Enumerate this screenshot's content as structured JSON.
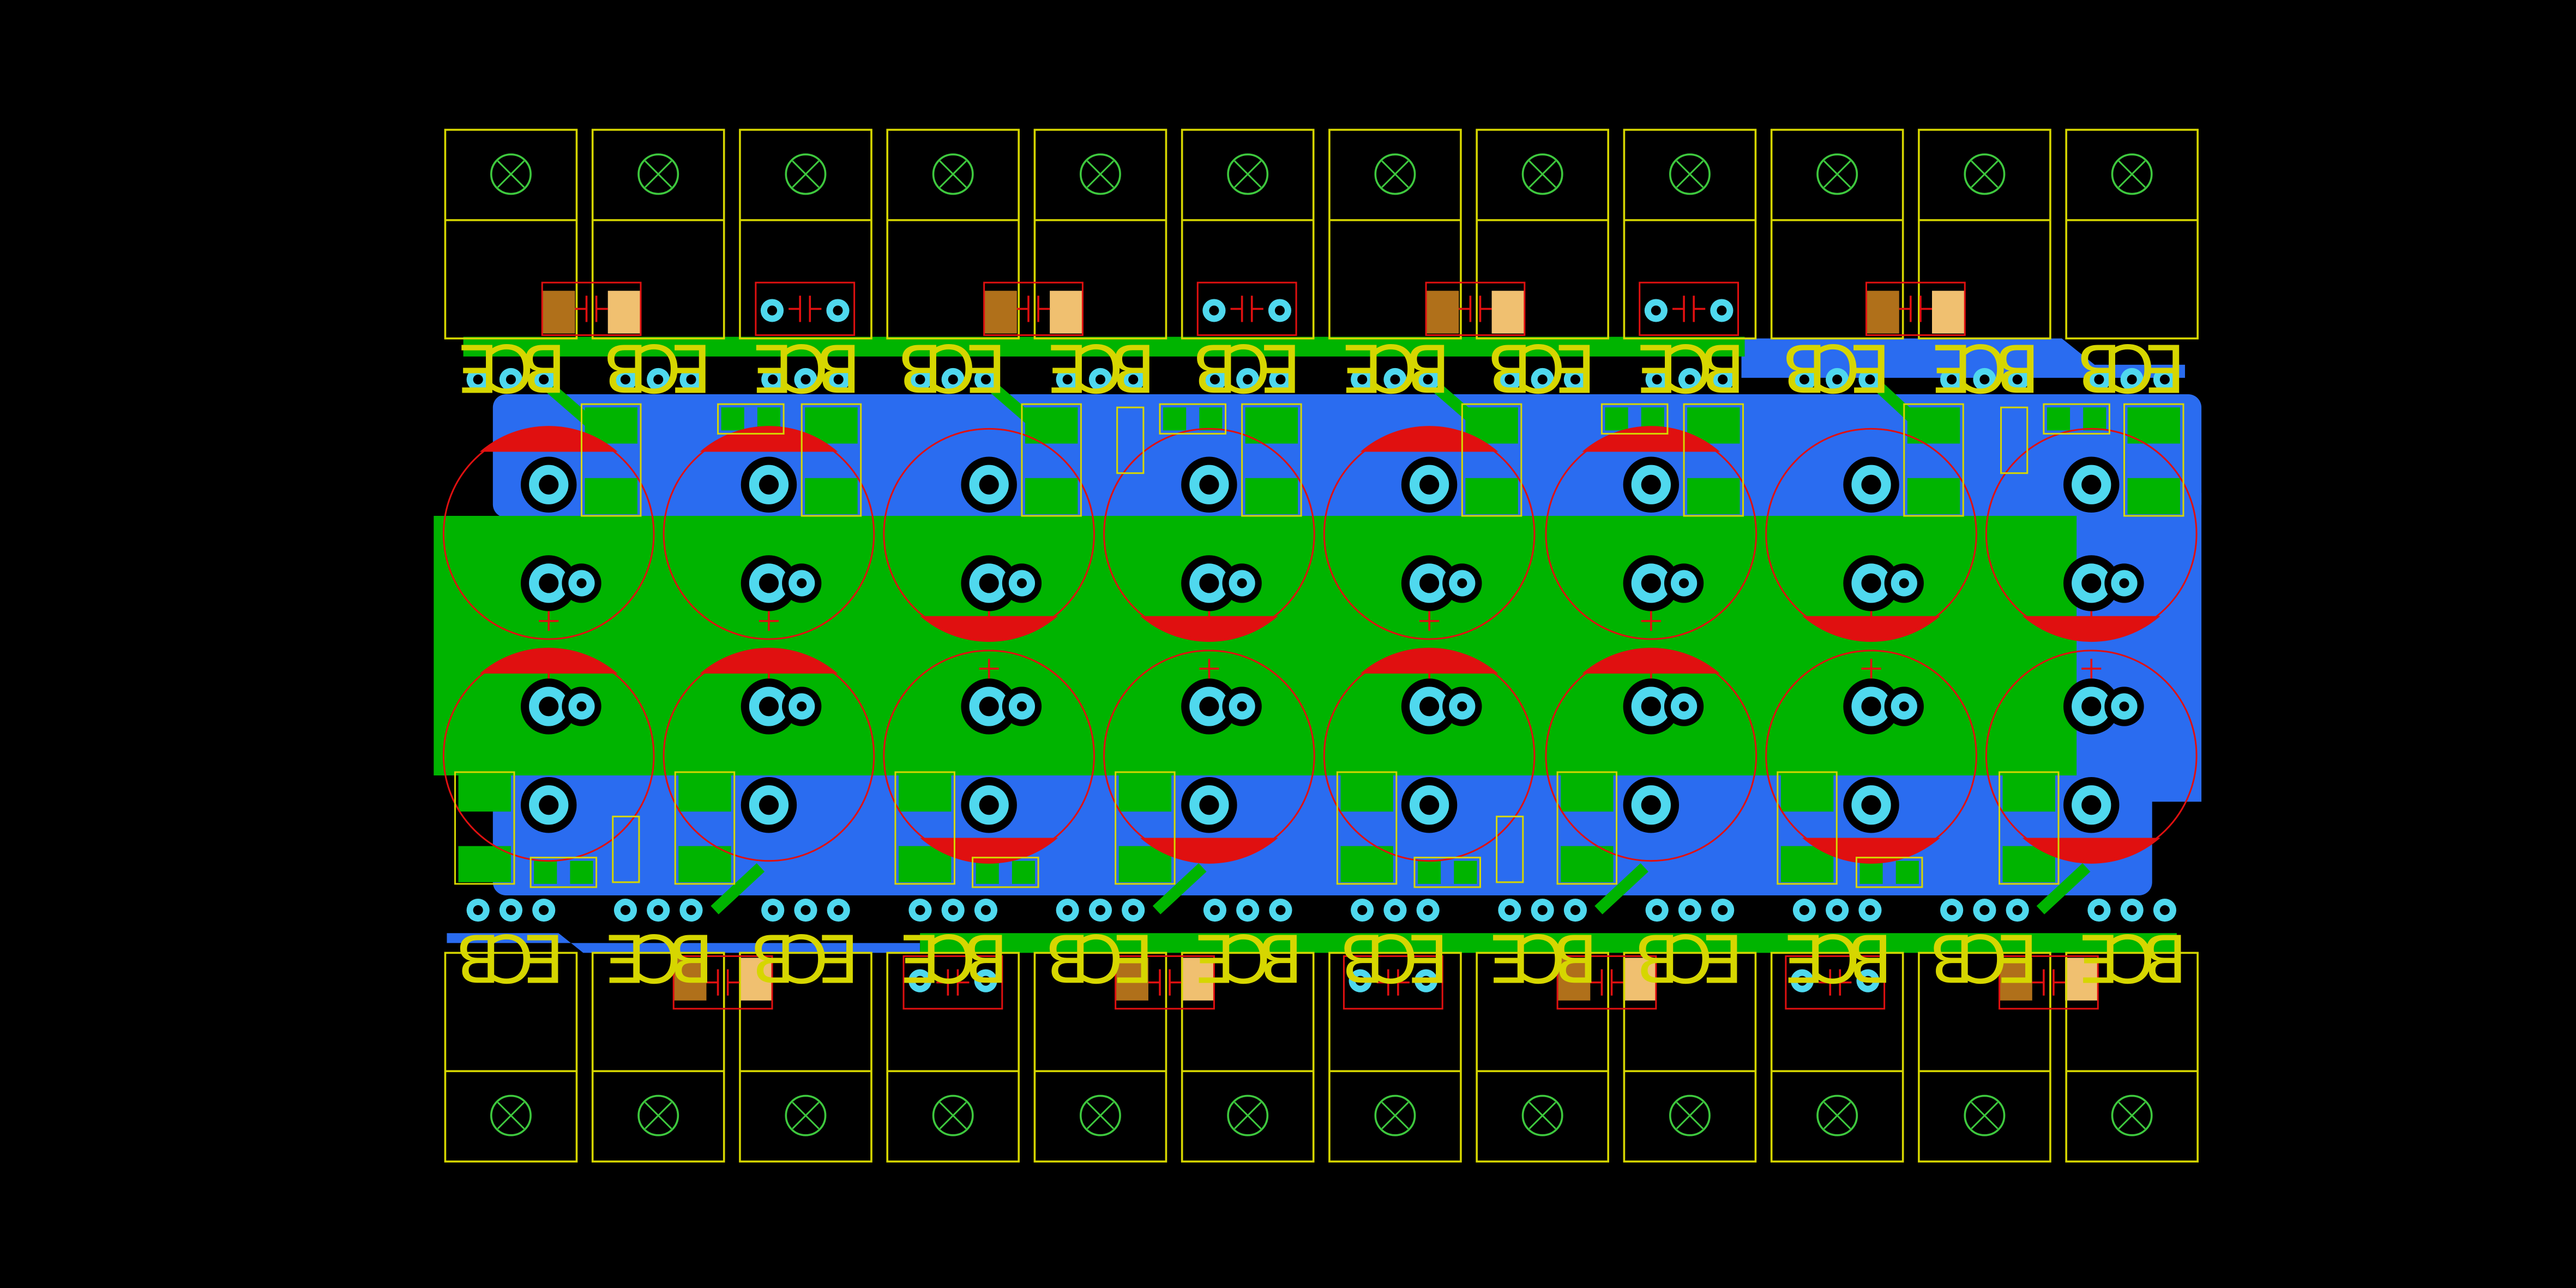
{
  "colors": {
    "background": "#000000",
    "top_copper": "#00b400",
    "bottom_copper": "#2a6cf0",
    "pad": "#4fd8ee",
    "drill": "#000000",
    "silkscreen": "#d6d600",
    "courtyard": "#e01010",
    "smd_pad": "#f0c070",
    "smd_pad_dark": "#b0701a",
    "mounting_hole": "#3ec83e"
  },
  "pin_labels": [
    "E",
    "C",
    "B"
  ],
  "layers": {
    "top": "top-copper-layer",
    "bottom": "bottom-copper-layer",
    "silk": "silkscreen-layer"
  }
}
